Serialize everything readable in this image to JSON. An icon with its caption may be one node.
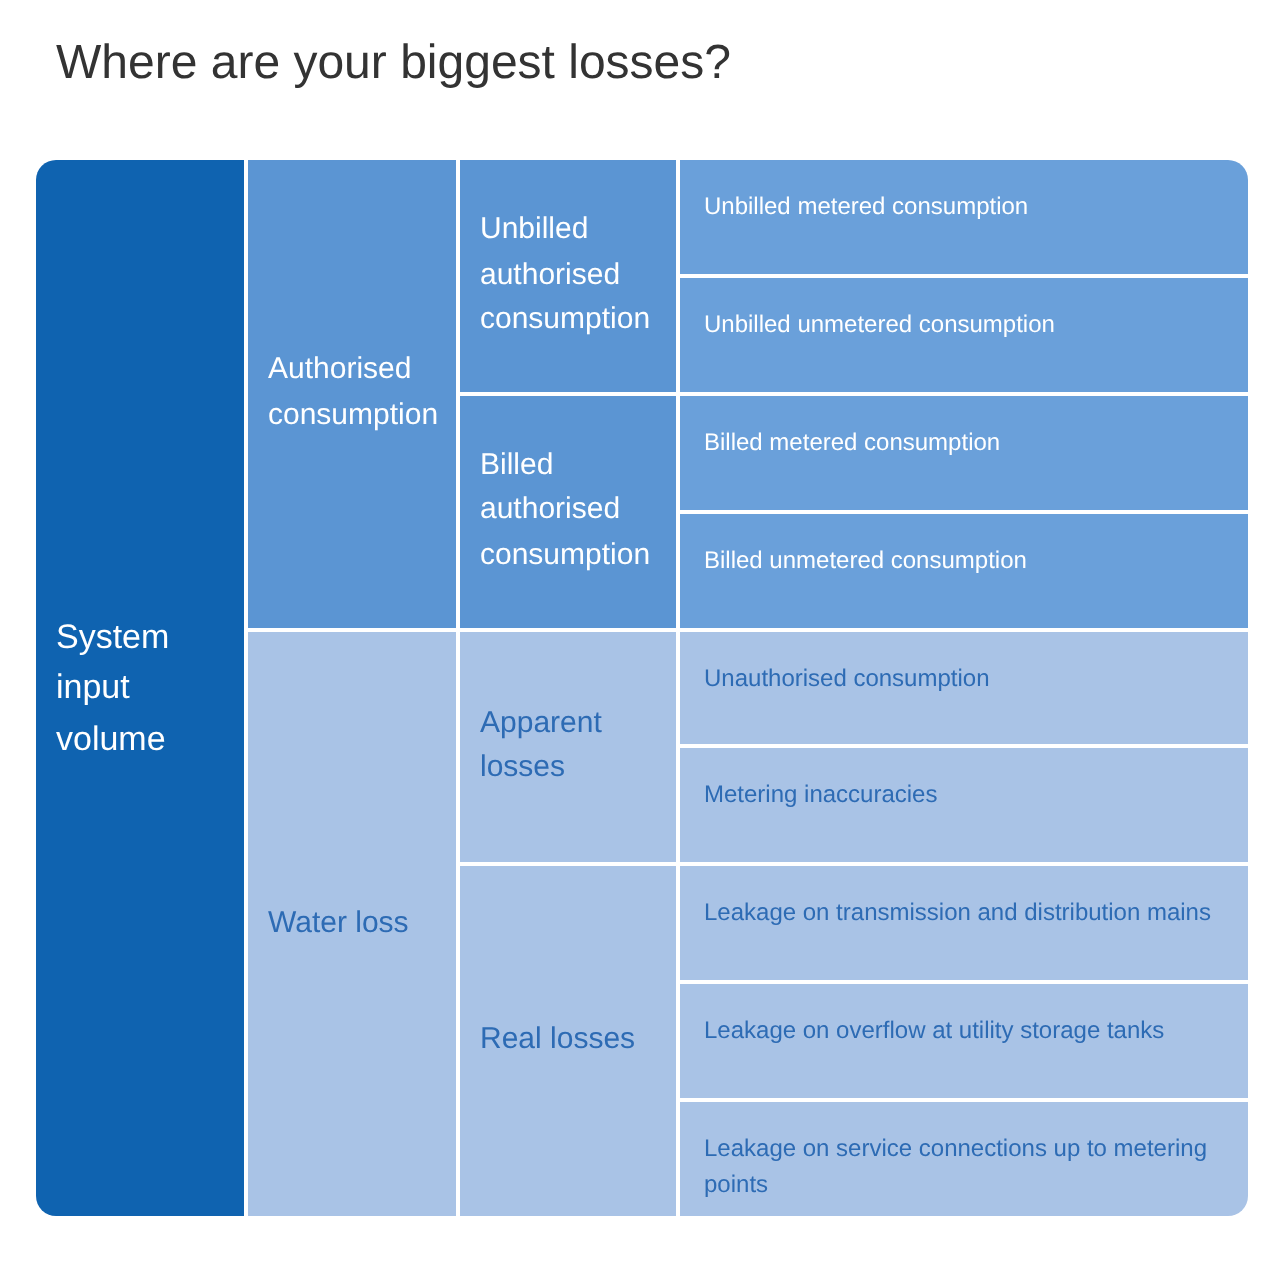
{
  "diagram": {
    "title": "Where are your biggest losses?",
    "nodes": [
      {
        "text": [
          "System input volume"
        ]
      },
      {
        "text": [
          "Authorised consumption"
        ]
      },
      {
        "text": [
          "Unbilled authorised consumption"
        ]
      },
      {
        "text": [
          "Unbilled metered consumption"
        ]
      },
      {
        "text": [
          "Unbilled unmetered consumption"
        ]
      },
      {
        "text": [
          "Billed authorised consumption"
        ]
      },
      {
        "text": [
          "Billed metered consumption"
        ]
      },
      {
        "text": [
          "Billed unmetered consumption"
        ]
      },
      {
        "text": [
          "Water loss"
        ]
      },
      {
        "text": [
          "Apparent losses"
        ]
      },
      {
        "text": [
          "Unauthorised consumption"
        ]
      },
      {
        "text": [
          "Metering inaccuracies"
        ]
      },
      {
        "text": [
          "Real losses"
        ]
      },
      {
        "text": [
          "Leakage on transmission and distribution mains"
        ]
      },
      {
        "text": [
          "Leakage on overflow at utility storage tanks"
        ]
      },
      {
        "text": [
          "Leakage on service connections up to metering points"
        ]
      }
    ]
  }
}
